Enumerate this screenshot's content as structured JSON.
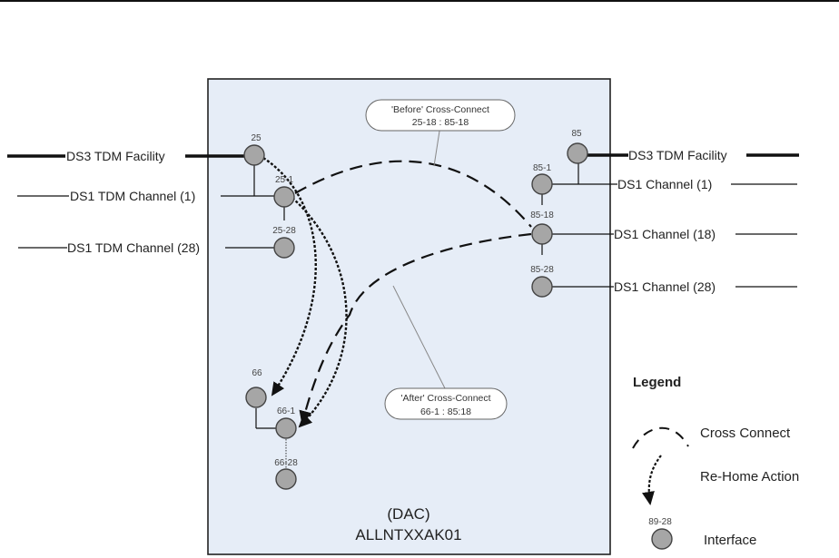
{
  "device": {
    "type_label": "(DAC)",
    "name": "ALLNTXXAK01",
    "background_color": "#e6edf7"
  },
  "left_links": [
    {
      "label": "DS3 TDM Facility",
      "kind": "facility"
    },
    {
      "label": "DS1 TDM Channel (1)",
      "kind": "channel"
    },
    {
      "label": "DS1 TDM Channel (28)",
      "kind": "channel"
    }
  ],
  "right_links": [
    {
      "label": "DS3 TDM Facility",
      "kind": "facility"
    },
    {
      "label": "DS1 Channel (1)",
      "kind": "channel"
    },
    {
      "label": "DS1 Channel (18)",
      "kind": "channel"
    },
    {
      "label": "DS1 Channel (28)",
      "kind": "channel"
    }
  ],
  "interfaces": {
    "n25": "25",
    "n25_1": "25-1",
    "n25_28": "25-28",
    "n85": "85",
    "n85_1": "85-1",
    "n85_18": "85-18",
    "n85_28": "85-28",
    "n66": "66",
    "n66_1": "66-1",
    "n66_28": "66-28"
  },
  "callouts": {
    "before": {
      "title": "'Before' Cross-Connect",
      "value": "25-18 : 85-18"
    },
    "after": {
      "title": "'After' Cross-Connect",
      "value": "66-1 : 85:18"
    }
  },
  "legend": {
    "title": "Legend",
    "items": [
      {
        "label": "Cross Connect",
        "icon": "dashed-arc-icon"
      },
      {
        "label": "Re-Home Action",
        "icon": "dotted-arrow-icon"
      },
      {
        "label": "Interface",
        "icon": "interface-node-icon",
        "sample_id": "89-28"
      }
    ]
  }
}
